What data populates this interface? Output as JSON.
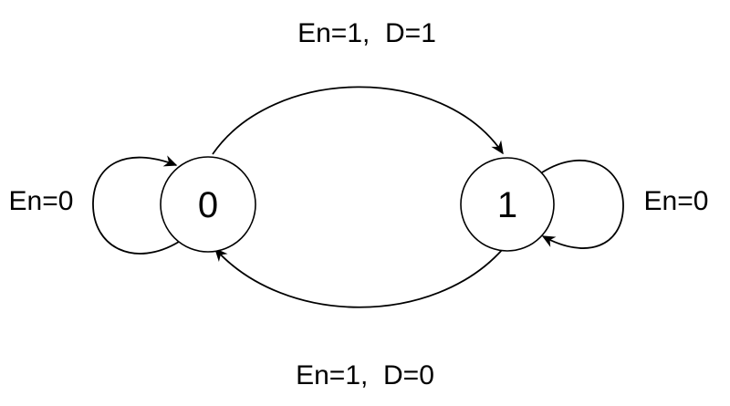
{
  "diagram": {
    "type": "state-transition-diagram",
    "background_color": "#ffffff",
    "line_color": "#000000",
    "states": [
      {
        "label": "0"
      },
      {
        "label": "1"
      }
    ],
    "transitions": {
      "top": {
        "from": "0",
        "to": "1",
        "label": "En=1,  D=1"
      },
      "bottom": {
        "from": "1",
        "to": "0",
        "label": "En=1,  D=0"
      },
      "loop_left": {
        "from": "0",
        "to": "0",
        "label": "En=0"
      },
      "loop_right": {
        "from": "1",
        "to": "1",
        "label": "En=0"
      }
    }
  }
}
